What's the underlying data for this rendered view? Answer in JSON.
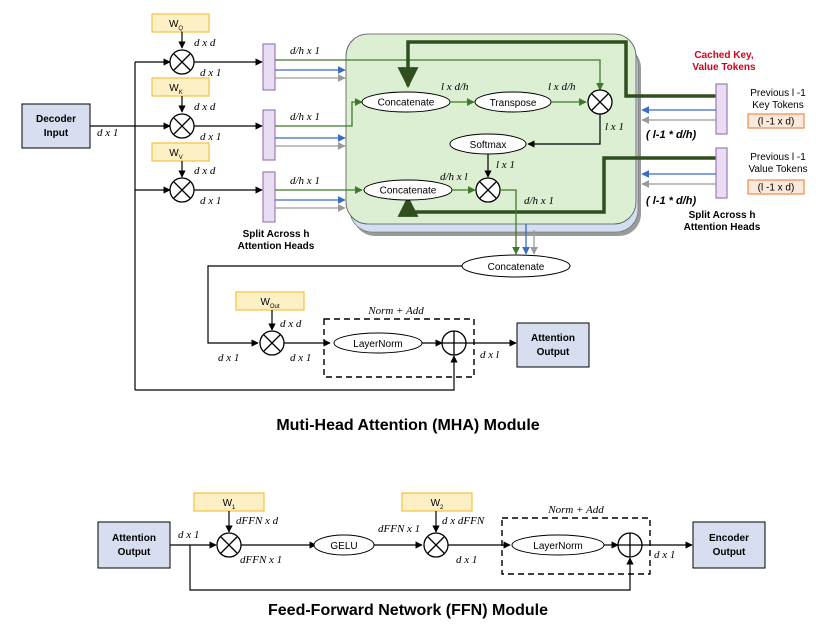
{
  "mha": {
    "title": "Muti-Head Attention (MHA) Module",
    "decoder_input": [
      "Decoder",
      "Input"
    ],
    "attention_output": [
      "Attention",
      "Output"
    ],
    "weights": {
      "q": "W",
      "q_sub": "Q",
      "k": "W",
      "k_sub": "K",
      "v": "W",
      "v_sub": "V",
      "out": "W",
      "out_sub": "Out"
    },
    "labels": {
      "d_by_d": "d x d",
      "d_by_1": "d x 1",
      "dh_by_1": "d/h x 1",
      "l_by_dh": "l x d/h",
      "l_by_1": "l x 1",
      "dh_by_l": "d/h x l",
      "d_by_l": "d x l"
    },
    "ops": {
      "concatenate": "Concatenate",
      "transpose": "Transpose",
      "softmax": "Softmax",
      "layernorm": "LayerNorm",
      "norm_add": "Norm + Add"
    },
    "split_heads": [
      "Split Across h",
      "Attention Heads"
    ],
    "cached": [
      "Cached Key,",
      "Value Tokens"
    ],
    "prev_key": [
      "Previous l -1",
      "Key Tokens"
    ],
    "prev_value": [
      "Previous l -1",
      "Value Tokens"
    ],
    "cache_dim": "(l -1 x d)",
    "cache_shape": "( l-1 * d/h)"
  },
  "ffn": {
    "title": "Feed-Forward Network (FFN) Module",
    "attention_output": [
      "Attention",
      "Output"
    ],
    "encoder_output": [
      "Encoder",
      "Output"
    ],
    "w1": "W",
    "w1_sub": "1",
    "w2": "W",
    "w2_sub": "2",
    "labels": {
      "d_by_1": "d x 1",
      "dffn_by_d": "dFFN x d",
      "dffn_by_1": "dFFN x 1",
      "d_by_dffn": "d x dFFN"
    },
    "gelu": "GELU",
    "layernorm": "LayerNorm",
    "norm_add": "Norm + Add"
  },
  "colors": {
    "input_box": "#d6deef",
    "weight_fill": "#fdf0c4",
    "weight_stroke": "#f5c242",
    "split_fill": "#eadcf2",
    "split_stroke": "#9b7db5",
    "attn_panel": "#dcefd3",
    "attn_panel_back": "#d2dff0",
    "dark_green": "#2f4f1f",
    "mid_green": "#3f7a2a",
    "blue": "#3b6cc4",
    "gray": "#9a9a9a",
    "cache_red": "#d0021b",
    "cache_box_stroke": "#f08a4b",
    "cache_box_fill": "#fde8dc"
  }
}
